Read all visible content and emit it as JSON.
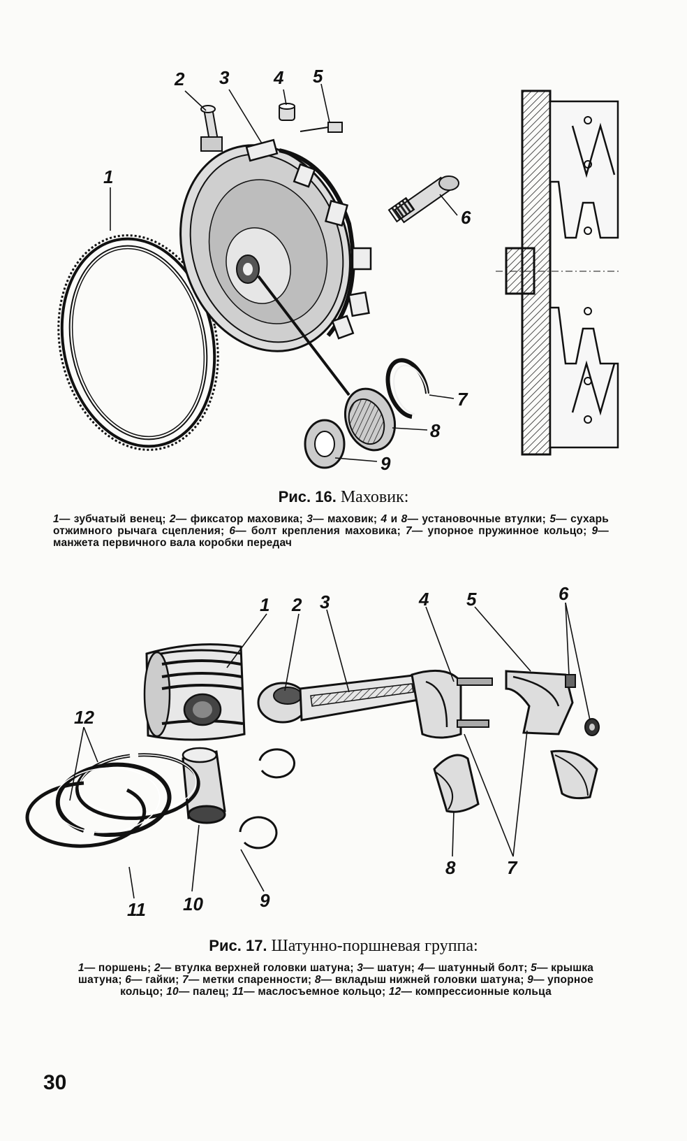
{
  "fig16": {
    "caption_num": "Рис. 16.",
    "caption_title": "Маховик:",
    "legend": [
      {
        "n": "1",
        "t": "— зубчатый венец; "
      },
      {
        "n": "2",
        "t": "— фиксатор маховика; "
      },
      {
        "n": "3",
        "t": "— маховик; "
      },
      {
        "n": "4",
        "t": " и "
      },
      {
        "n": "8",
        "t": "— установочные втулки; "
      },
      {
        "n": "5",
        "t": "— сухарь отжимного рычага сцепления; "
      },
      {
        "n": "6",
        "t": "— болт крепления маховика; "
      },
      {
        "n": "7",
        "t": "— упорное пружинное кольцо; "
      },
      {
        "n": "9",
        "t": "— манжета первичного вала коробки передач"
      }
    ],
    "labels": [
      "1",
      "2",
      "3",
      "4",
      "5",
      "6",
      "7",
      "8",
      "9"
    ]
  },
  "fig17": {
    "caption_num": "Рис. 17.",
    "caption_title": "Шатунно-поршневая группа:",
    "legend": [
      {
        "n": "1",
        "t": "— поршень; "
      },
      {
        "n": "2",
        "t": "— втулка верхней головки шатуна; "
      },
      {
        "n": "3",
        "t": "— шатун; "
      },
      {
        "n": "4",
        "t": "— шатунный болт; "
      },
      {
        "n": "5",
        "t": "— крышка шатуна; "
      },
      {
        "n": "6",
        "t": "— гайки; "
      },
      {
        "n": "7",
        "t": "— метки спаренности; "
      },
      {
        "n": "8",
        "t": "— вкладыш нижней головки шатуна; "
      },
      {
        "n": "9",
        "t": "— упорное кольцо; "
      },
      {
        "n": "10",
        "t": "— палец; "
      },
      {
        "n": "11",
        "t": "— маслосъемное кольцо; "
      },
      {
        "n": "12",
        "t": "— компрессионные кольца"
      }
    ],
    "labels": [
      "1",
      "2",
      "3",
      "4",
      "5",
      "6",
      "7",
      "8",
      "9",
      "10",
      "11",
      "12"
    ]
  },
  "page_number": "30"
}
